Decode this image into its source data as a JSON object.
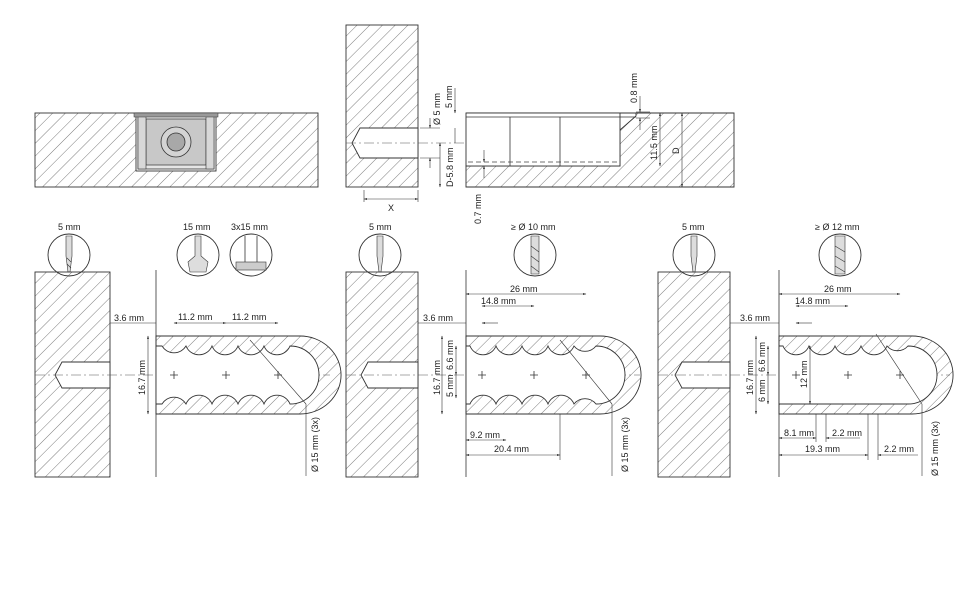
{
  "labels": {
    "d5_top": "Ø 5 mm",
    "t5_top": "5 mm",
    "t08": "0.8 mm",
    "t115": "11.5 mm",
    "tD": "D",
    "tDm": "D-5.8 mm",
    "tX": "X",
    "t07": "0.7 mm",
    "p1_drill": "5 mm",
    "p1_cutter": "15 mm",
    "p1_cutter3": "3x15 mm",
    "p1_36": "3.6 mm",
    "p1_112a": "11.2 mm",
    "p1_112b": "11.2 mm",
    "p1_167": "16.7 mm",
    "p1_d15": "Ø 15 mm (3x)",
    "p2_drill": "5 mm",
    "p2_cutter": "≥ Ø 10 mm",
    "p2_26": "26 mm",
    "p2_148": "14.8 mm",
    "p2_36": "3.6 mm",
    "p2_167": "16.7 mm",
    "p2_66": "6.6 mm",
    "p2_5": "5 mm",
    "p2_92": "9.2 mm",
    "p2_204": "20.4 mm",
    "p2_d15": "Ø 15 mm (3x)",
    "p3_drill": "5 mm",
    "p3_cutter": "≥ Ø 12 mm",
    "p3_26": "26 mm",
    "p3_148": "14.8 mm",
    "p3_36": "3.6 mm",
    "p3_167": "16.7 mm",
    "p3_66": "6.6 mm",
    "p3_6": "6 mm",
    "p3_12": "12 mm",
    "p3_81": "8.1 mm",
    "p3_22a": "2.2 mm",
    "p3_193": "19.3 mm",
    "p3_22b": "2.2 mm",
    "p3_d15": "Ø 15 mm (3x)"
  },
  "colors": {
    "line": "#333333",
    "text": "#222222",
    "background": "#ffffff",
    "insert_gray": "#c8c8c8"
  }
}
